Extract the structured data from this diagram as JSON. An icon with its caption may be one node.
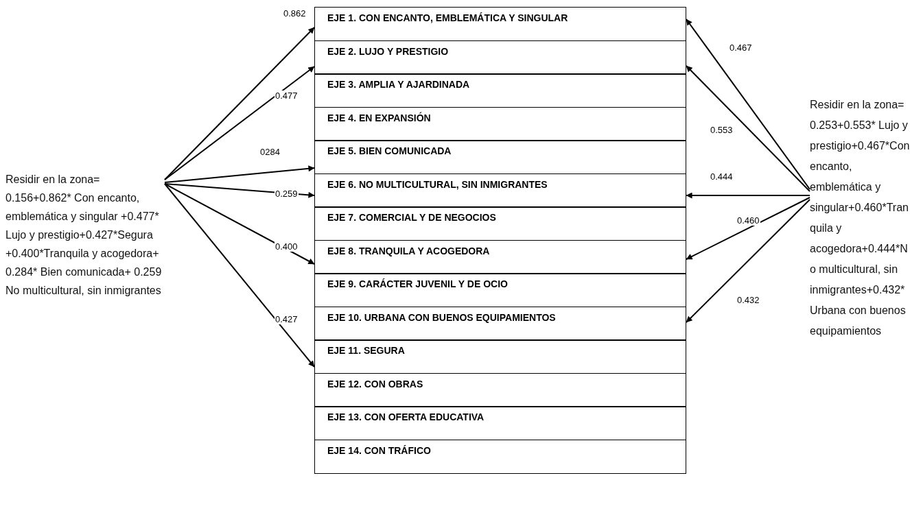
{
  "diagram": {
    "nodes": [
      {
        "text": [
          "Residir en la zona= 0.156+0.862* Con encanto, emblemática y singular +0.477* Lujo y prestigio+0.427*Segura +0.400*Tranquila y acogedora+ 0.284* Bien comunicada+ 0.259 No multicultural, sin inmigrantes"
        ]
      },
      {
        "text": [
          "EJE 1. CON ENCANTO, EMBLEMÁTICA Y SINGULAR"
        ]
      },
      {
        "text": [
          "EJE 2. LUJO Y PRESTIGIO"
        ]
      },
      {
        "text": [
          "EJE 3. AMPLIA Y AJARDINADA"
        ]
      },
      {
        "text": [
          "EJE 4. EN EXPANSIÓN"
        ]
      },
      {
        "text": [
          "EJE 5. BIEN COMUNICADA"
        ]
      },
      {
        "text": [
          "EJE 6. NO MULTICULTURAL, SIN INMIGRANTES"
        ]
      },
      {
        "text": [
          "EJE 7. COMERCIAL Y DE NEGOCIOS"
        ]
      },
      {
        "text": [
          "EJE 8. TRANQUILA Y ACOGEDORA"
        ]
      },
      {
        "text": [
          "EJE 9. CARÁCTER JUVENIL Y DE OCIO"
        ]
      },
      {
        "text": [
          "EJE 10. URBANA CON BUENOS EQUIPAMIENTOS"
        ]
      },
      {
        "text": [
          "EJE 11. SEGURA"
        ]
      },
      {
        "text": [
          "EJE 12. CON OBRAS"
        ]
      },
      {
        "text": [
          "EJE 13. CON OFERTA EDUCATIVA"
        ]
      },
      {
        "text": [
          "EJE 14. CON TRÁFICO"
        ]
      },
      {
        "text": [
          "Residir en la zona= 0.253+0.553* Lujo y prestigio+0.467*Con encanto, emblemática y singular+0.460*Tranquila y acogedora+0.444*No multicultural, sin inmigrantes+0.432*Urbana con buenos equipamientos"
        ]
      }
    ],
    "edges": [
      {
        "from": 0,
        "to": 1,
        "arrow": "to",
        "label": "0.862"
      },
      {
        "from": 0,
        "to": 2,
        "arrow": "to",
        "label": "0.477"
      },
      {
        "from": 0,
        "to": 5,
        "arrow": "to",
        "label": "0284"
      },
      {
        "from": 0,
        "to": 6,
        "arrow": "to",
        "label": "0.259"
      },
      {
        "from": 0,
        "to": 8,
        "arrow": "to",
        "label": "0.400"
      },
      {
        "from": 0,
        "to": 11,
        "arrow": "to",
        "label": "0.427"
      },
      {
        "from": 15,
        "to": 1,
        "arrow": "to",
        "label": "0.467"
      },
      {
        "from": 15,
        "to": 2,
        "arrow": "to",
        "label": "0.553"
      },
      {
        "from": 15,
        "to": 6,
        "arrow": "to",
        "label": "0.444"
      },
      {
        "from": 15,
        "to": 8,
        "arrow": "to",
        "label": "0.460"
      },
      {
        "from": 15,
        "to": 10,
        "arrow": "to",
        "label": "0.432"
      }
    ]
  }
}
